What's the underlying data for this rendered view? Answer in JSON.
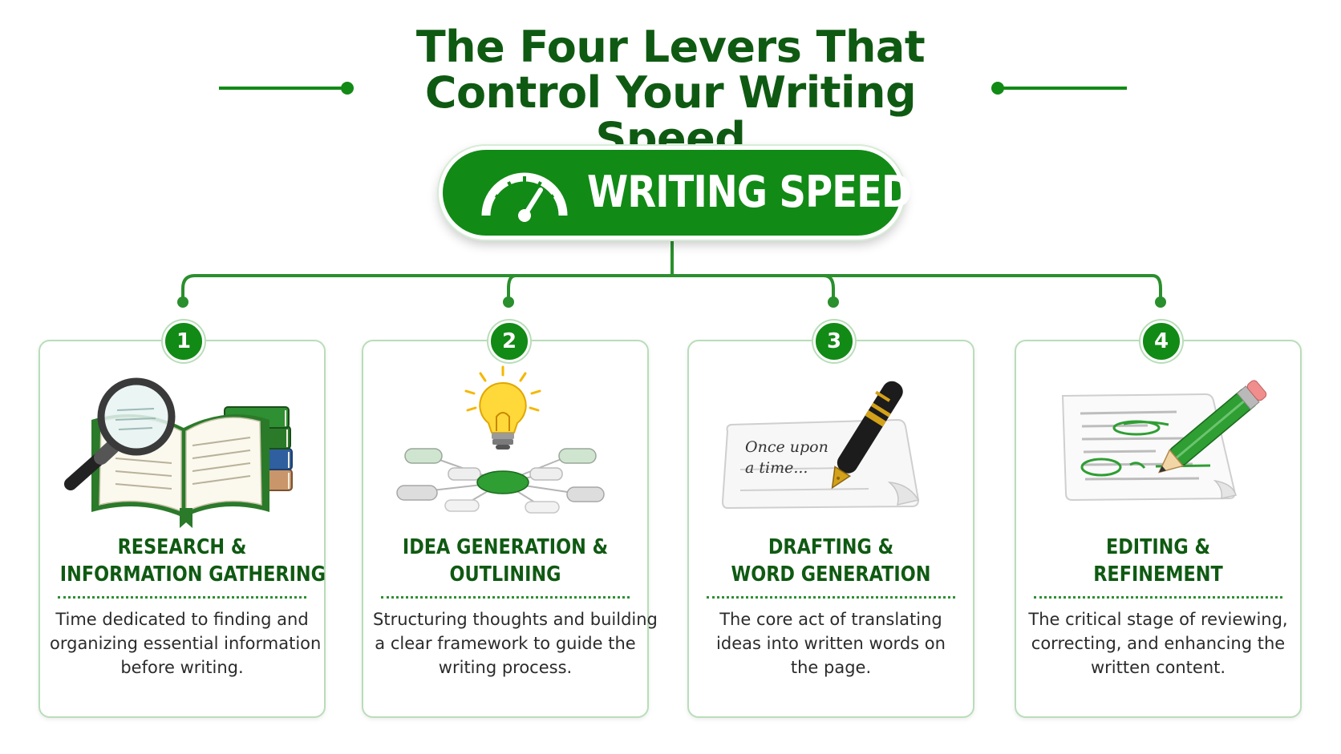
{
  "title": {
    "line1": "The Four Levers That",
    "line2": "Control Your Writing Speed"
  },
  "hub": {
    "label": "WRITING SPEED",
    "icon": "speedometer-icon"
  },
  "colors": {
    "brand_green": "#128a16",
    "dark_green": "#0f5a12",
    "card_border": "#b9ddb9"
  },
  "levers": [
    {
      "number": "1",
      "icon": "magnifier-books-icon",
      "title_line1": "RESEARCH &",
      "title_line2": "INFORMATION GATHERING",
      "desc_line1": "Time dedicated to finding and",
      "desc_line2": "organizing essential information",
      "desc_line3": "before writing."
    },
    {
      "number": "2",
      "icon": "lightbulb-mindmap-icon",
      "title_line1": "IDEA GENERATION &",
      "title_line2": "OUTLINING",
      "desc_line1": "Structuring thoughts and building",
      "desc_line2": "a clear framework to guide the",
      "desc_line3": "writing process."
    },
    {
      "number": "3",
      "icon": "fountain-pen-paper-icon",
      "illustration_text_line1": "Once upon",
      "illustration_text_line2": "a time...",
      "title_line1": "DRAFTING &",
      "title_line2": "WORD GENERATION",
      "desc_line1": "The core act of translating",
      "desc_line2": "ideas into written words on",
      "desc_line3": "the page."
    },
    {
      "number": "4",
      "icon": "pencil-editing-icon",
      "title_line1": "EDITING &",
      "title_line2": "REFINEMENT",
      "desc_line1": "The critical stage of reviewing,",
      "desc_line2": "correcting, and enhancing the",
      "desc_line3": "written content."
    }
  ]
}
